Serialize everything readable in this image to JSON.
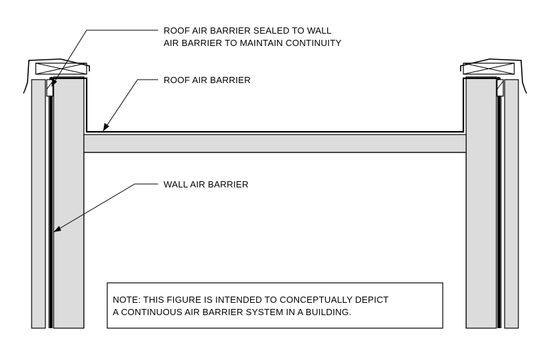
{
  "colors": {
    "concrete": "#dcdcdc",
    "line": "#000000",
    "background": "#ffffff"
  },
  "labels": {
    "roof_to_wall_line1": "ROOF AIR BARRIER SEALED TO WALL",
    "roof_to_wall_line2": "AIR BARRIER TO MAINTAIN CONTINUITY",
    "roof_air_barrier": "ROOF AIR BARRIER",
    "wall_air_barrier": "WALL AIR BARRIER"
  },
  "note": {
    "line1": "NOTE: THIS FIGURE IS INTENDED TO CONCEPTUALLY DEPICT",
    "line2": "A CONTINUOUS AIR BARRIER SYSTEM IN A BUILDING."
  }
}
